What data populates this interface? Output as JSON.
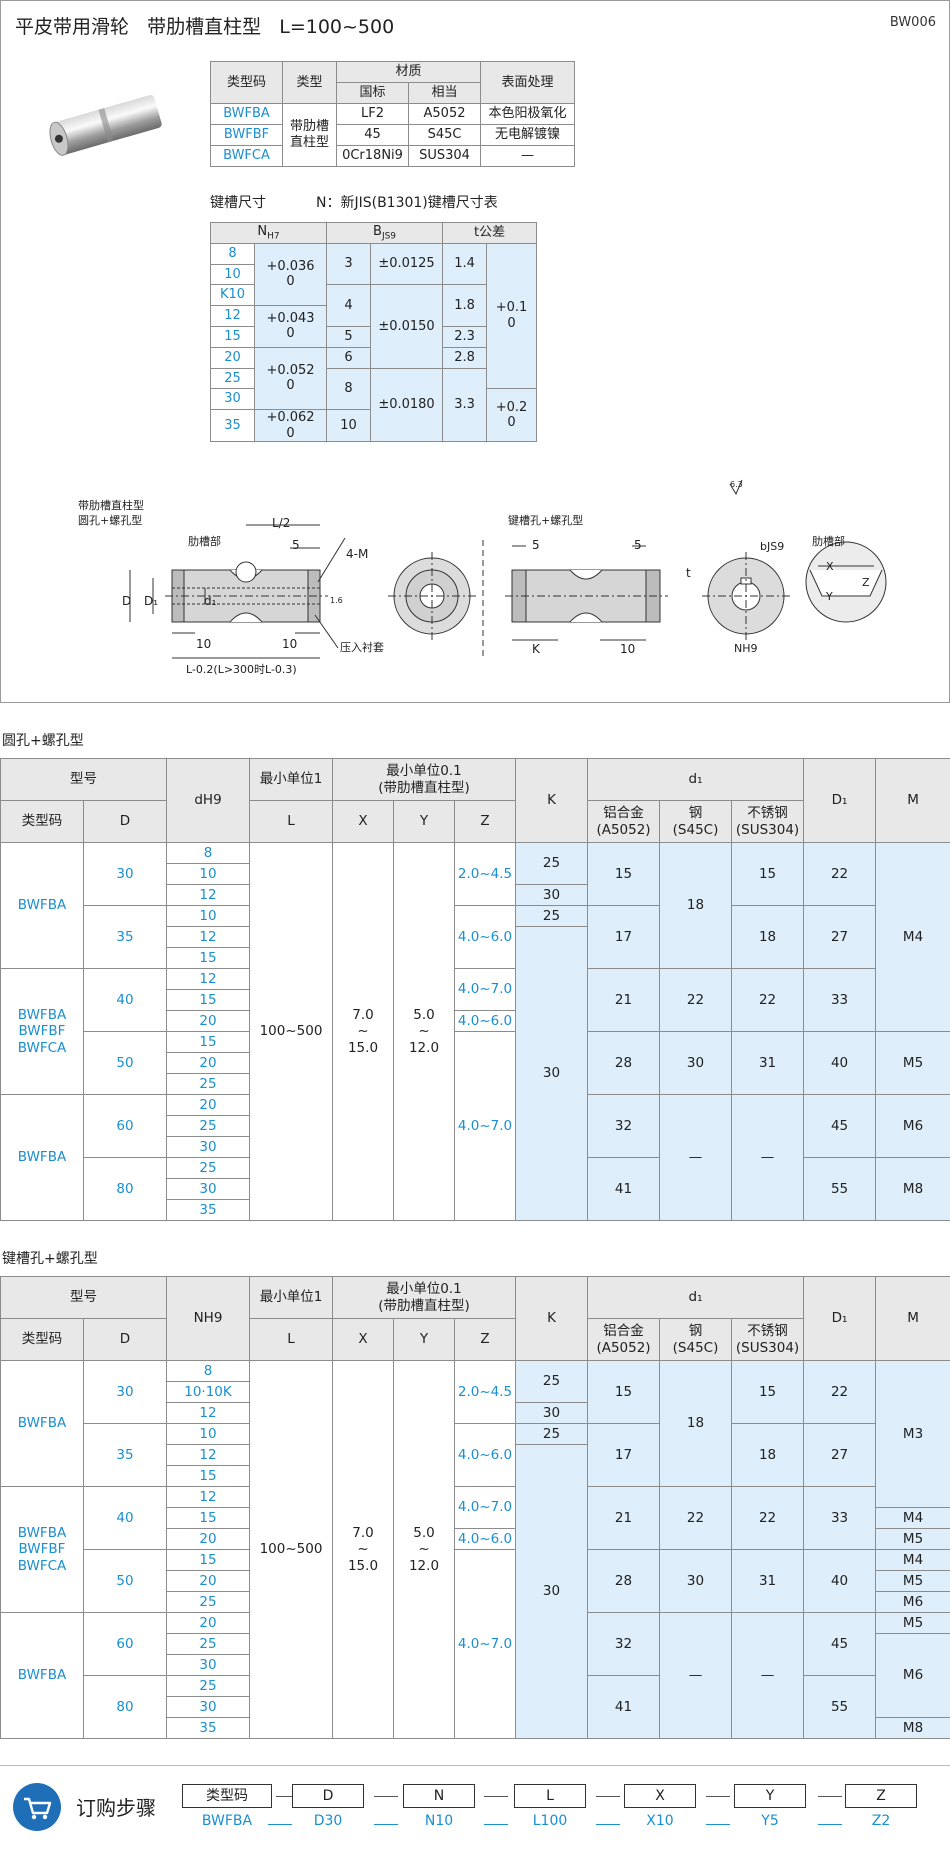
{
  "header": {
    "title": "平皮带用滑轮   带肋槽直柱型   L=100~500",
    "code": "BW006"
  },
  "material_table": {
    "headers": {
      "type_code": "类型码",
      "type": "类型",
      "material": "材质",
      "gb": "国标",
      "eq": "相当",
      "surface": "表面处理"
    },
    "type_value": "带肋槽\n直柱型",
    "rows": [
      {
        "code": "BWFBA",
        "gb": "LF2",
        "eq": "A5052",
        "surface": "本色阳极氧化"
      },
      {
        "code": "BWFBF",
        "gb": "45",
        "eq": "S45C",
        "surface": "无电解镀镍"
      },
      {
        "code": "BWFCA",
        "gb": "0Cr18Ni9",
        "eq": "SUS304",
        "surface": "—"
      }
    ]
  },
  "keyway": {
    "label": "键槽尺寸",
    "note": "N：新JIS(B1301)键槽尺寸表",
    "h_n": "N",
    "h_n_sub": "H7",
    "h_b": "B",
    "h_b_sub": "JS9",
    "h_t": "t公差",
    "n": [
      "8",
      "10",
      "K10",
      "12",
      "15",
      "20",
      "25",
      "30",
      "35"
    ],
    "ntol": [
      "+0.036\n0",
      "+0.043\n0",
      "+0.052\n0",
      "+0.062\n0"
    ],
    "b": [
      "3",
      "4",
      "5",
      "6",
      "8",
      "10"
    ],
    "btol": [
      "±0.0125",
      "±0.0150",
      "±0.0180"
    ],
    "t": [
      "1.4",
      "1.8",
      "2.3",
      "2.8",
      "3.3"
    ],
    "ttol": [
      "+0.1\n0",
      "+0.2\n0"
    ]
  },
  "drawing": {
    "left_title1": "带肋槽直柱型",
    "left_title2": "圆孔+螺孔型",
    "right_title": "键槽孔+螺孔型",
    "rib_label": "肋槽部",
    "rib_label2": "肋槽部",
    "l2": "L/2",
    "d5": "5",
    "m4": "4-M",
    "D": "D",
    "D1": "D₁",
    "d1": "d₁",
    "ten_a": "10",
    "ten_b": "10",
    "bushing": "压入衬套",
    "L_note": "L-0.2(L>300时L-0.3)",
    "r_five_a": "5",
    "r_five_b": "5",
    "K": "K",
    "r_ten": "10",
    "t": "t",
    "b": "bJS9",
    "n": "NH9",
    "rough": "6.3",
    "rough2": "1.6",
    "x": "X",
    "y": "Y",
    "z": "Z"
  },
  "round_hole": {
    "section_title": "圆孔+螺孔型",
    "h": {
      "model": "型号",
      "dh9": "dH9",
      "minunit1": "最小单位1",
      "minunit01": "最小单位0.1\n(带肋槽直柱型)",
      "k": "K",
      "d1": "d₁",
      "D1": "D₁",
      "m": "M",
      "type_code": "类型码",
      "D": "D",
      "L": "L",
      "X": "X",
      "Y": "Y",
      "Z": "Z",
      "al": "铝合金\n(A5052)",
      "steel": "钢\n(S45C)",
      "sus": "不锈钢\n(SUS304)"
    }
  },
  "keyway_hole": {
    "section_title": "键槽孔+螺孔型",
    "h": {
      "model": "型号",
      "nh9": "NH9",
      "minunit1": "最小单位1",
      "minunit01": "最小单位0.1\n(带肋槽直柱型)",
      "k": "K",
      "d1": "d₁",
      "D1": "D₁",
      "m": "M",
      "type_code": "类型码",
      "D": "D",
      "L": "L",
      "X": "X",
      "Y": "Y",
      "Z": "Z",
      "al": "铝合金\n(A5052)",
      "steel": "钢\n(S45C)",
      "sus": "不锈钢\n(SUS304)"
    }
  },
  "common": {
    "codes": [
      "BWFBA",
      "BWFBA\nBWFBF\nBWFCA",
      "BWFBA"
    ],
    "D": [
      "30",
      "35",
      "40",
      "50",
      "60",
      "80"
    ],
    "d_round": [
      "8",
      "10",
      "12",
      "10",
      "12",
      "15",
      "12",
      "15",
      "20",
      "15",
      "20",
      "25",
      "20",
      "25",
      "30",
      "25",
      "30",
      "35"
    ],
    "d_key": [
      "8",
      "10·10K",
      "12",
      "10",
      "12",
      "15",
      "12",
      "15",
      "20",
      "15",
      "20",
      "25",
      "20",
      "25",
      "30",
      "25",
      "30",
      "35"
    ],
    "L": "100~500",
    "X": "7.0\n~\n15.0",
    "Y": "5.0\n~\n12.0",
    "Z": [
      "2.0~4.5",
      "4.0~6.0",
      "4.0~7.0",
      "4.0~6.0",
      "4.0~7.0"
    ],
    "K": [
      "25",
      "30",
      "25",
      "30"
    ],
    "al": [
      "15",
      "17",
      "21",
      "28",
      "32",
      "41"
    ],
    "steel": [
      "18",
      "22",
      "30",
      "—"
    ],
    "sus": [
      "15",
      "18",
      "22",
      "31",
      "—"
    ],
    "D1": [
      "22",
      "27",
      "33",
      "40",
      "45",
      "55"
    ],
    "M_round": [
      "M4",
      "M5",
      "M6",
      "M8"
    ],
    "M_key": [
      "M3",
      "M4",
      "M5",
      "M4",
      "M5",
      "M6",
      "M5",
      "M6",
      "M8"
    ]
  },
  "order": {
    "title": "订购步骤",
    "fields": [
      "类型码",
      "D",
      "N",
      "L",
      "X",
      "Y",
      "Z"
    ],
    "values": [
      "BWFBA",
      "D30",
      "N10",
      "L100",
      "X10",
      "Y5",
      "Z2"
    ]
  }
}
